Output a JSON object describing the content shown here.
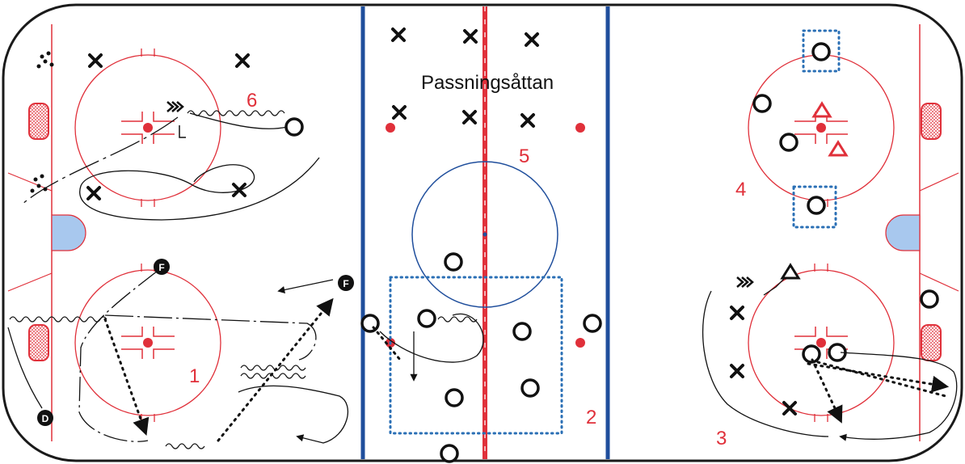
{
  "title": "Passningsåttan",
  "station_labels": [
    "1",
    "2",
    "3",
    "4",
    "5",
    "6"
  ],
  "player_markers": [
    "F",
    "F",
    "D"
  ],
  "colors": {
    "board": "#1a1a1a",
    "red_line": "#e0303a",
    "blue_line": "#1f4e9c",
    "goal_crease": "#a8c8ee",
    "station_label": "#e0303a",
    "cone": "#e0303a",
    "marker_dots": "#2a6fb5"
  },
  "icons": [
    "player-x-icon",
    "player-o-icon",
    "cone-triangle-icon",
    "puck-pile-icon",
    "goal-net-icon"
  ]
}
